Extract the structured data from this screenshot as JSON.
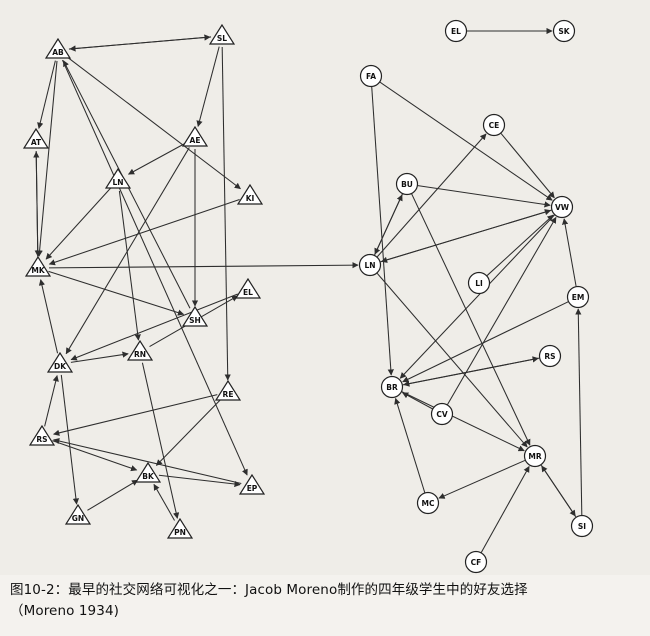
{
  "caption": {
    "line1": "图10-2：最早的社交网络可视化之一：Jacob Moreno制作的四年级学生中的好友选择",
    "line2": "（Moreno 1934)"
  },
  "nodes": [
    {
      "id": "AB",
      "label": "AB",
      "shape": "triangle"
    },
    {
      "id": "SL",
      "label": "SL",
      "shape": "triangle"
    },
    {
      "id": "AT",
      "label": "AT",
      "shape": "triangle"
    },
    {
      "id": "LN",
      "label": "LN",
      "shape": "triangle"
    },
    {
      "id": "AE",
      "label": "AE",
      "shape": "triangle"
    },
    {
      "id": "KI",
      "label": "KI",
      "shape": "triangle"
    },
    {
      "id": "MK",
      "label": "MK",
      "shape": "triangle"
    },
    {
      "id": "EL",
      "label": "EL",
      "shape": "triangle"
    },
    {
      "id": "SH",
      "label": "SH",
      "shape": "triangle"
    },
    {
      "id": "DK",
      "label": "DK",
      "shape": "triangle"
    },
    {
      "id": "RN",
      "label": "RN",
      "shape": "triangle"
    },
    {
      "id": "RE",
      "label": "RE",
      "shape": "triangle"
    },
    {
      "id": "RS",
      "label": "RS",
      "shape": "triangle"
    },
    {
      "id": "BK",
      "label": "BK",
      "shape": "triangle"
    },
    {
      "id": "EP",
      "label": "EP",
      "shape": "triangle"
    },
    {
      "id": "GN",
      "label": "GN",
      "shape": "triangle"
    },
    {
      "id": "PN",
      "label": "PN",
      "shape": "triangle"
    },
    {
      "id": "EL2",
      "label": "EL",
      "shape": "circle"
    },
    {
      "id": "SK",
      "label": "SK",
      "shape": "circle"
    },
    {
      "id": "FA",
      "label": "FA",
      "shape": "circle"
    },
    {
      "id": "CE",
      "label": "CE",
      "shape": "circle"
    },
    {
      "id": "BU",
      "label": "BU",
      "shape": "circle"
    },
    {
      "id": "VW",
      "label": "VW",
      "shape": "circle"
    },
    {
      "id": "LNc",
      "label": "LN",
      "shape": "circle"
    },
    {
      "id": "LI",
      "label": "LI",
      "shape": "circle"
    },
    {
      "id": "EM",
      "label": "EM",
      "shape": "circle"
    },
    {
      "id": "RS2",
      "label": "RS",
      "shape": "circle"
    },
    {
      "id": "BR",
      "label": "BR",
      "shape": "circle"
    },
    {
      "id": "CV",
      "label": "CV",
      "shape": "circle"
    },
    {
      "id": "MR",
      "label": "MR",
      "shape": "circle"
    },
    {
      "id": "MC",
      "label": "MC",
      "shape": "circle"
    },
    {
      "id": "SI",
      "label": "SI",
      "shape": "circle"
    },
    {
      "id": "CF",
      "label": "CF",
      "shape": "circle"
    }
  ],
  "edges": [
    [
      "AB",
      "SL"
    ],
    [
      "SL",
      "AB"
    ],
    [
      "AB",
      "AT"
    ],
    [
      "AB",
      "MK"
    ],
    [
      "AB",
      "EP"
    ],
    [
      "AB",
      "KI"
    ],
    [
      "SL",
      "AE"
    ],
    [
      "SL",
      "RE"
    ],
    [
      "AT",
      "MK"
    ],
    [
      "MK",
      "AT"
    ],
    [
      "LN",
      "MK"
    ],
    [
      "LN",
      "RN"
    ],
    [
      "AE",
      "DK"
    ],
    [
      "AE",
      "LN"
    ],
    [
      "AE",
      "SH"
    ],
    [
      "KI",
      "MK"
    ],
    [
      "MK",
      "SH"
    ],
    [
      "MK",
      "LNc"
    ],
    [
      "SH",
      "AB"
    ],
    [
      "DK",
      "MK"
    ],
    [
      "DK",
      "RN"
    ],
    [
      "DK",
      "GN"
    ],
    [
      "RN",
      "EL"
    ],
    [
      "EL",
      "DK"
    ],
    [
      "RS",
      "DK"
    ],
    [
      "RE",
      "BK"
    ],
    [
      "RE",
      "RS"
    ],
    [
      "BK",
      "EP"
    ],
    [
      "GN",
      "BK"
    ],
    [
      "RS",
      "BK"
    ],
    [
      "EP",
      "RS"
    ],
    [
      "PN",
      "BK"
    ],
    [
      "RN",
      "PN"
    ],
    [
      "EL2",
      "SK"
    ],
    [
      "FA",
      "BR"
    ],
    [
      "FA",
      "VW"
    ],
    [
      "CE",
      "VW"
    ],
    [
      "BU",
      "VW"
    ],
    [
      "BU",
      "MR"
    ],
    [
      "VW",
      "LNc"
    ],
    [
      "LNc",
      "VW"
    ],
    [
      "LNc",
      "CE"
    ],
    [
      "LNc",
      "BU"
    ],
    [
      "LI",
      "VW"
    ],
    [
      "EM",
      "VW"
    ],
    [
      "EM",
      "BR"
    ],
    [
      "RS2",
      "BR"
    ],
    [
      "BR",
      "RS2"
    ],
    [
      "BR",
      "MR"
    ],
    [
      "CV",
      "BR"
    ],
    [
      "CV",
      "VW"
    ],
    [
      "MR",
      "SI"
    ],
    [
      "MR",
      "MC"
    ],
    [
      "MC",
      "BR"
    ],
    [
      "SI",
      "EM"
    ],
    [
      "SI",
      "MR"
    ],
    [
      "CF",
      "MR"
    ],
    [
      "LNc",
      "MR"
    ],
    [
      "VW",
      "BR"
    ],
    [
      "BU",
      "LNc"
    ]
  ]
}
